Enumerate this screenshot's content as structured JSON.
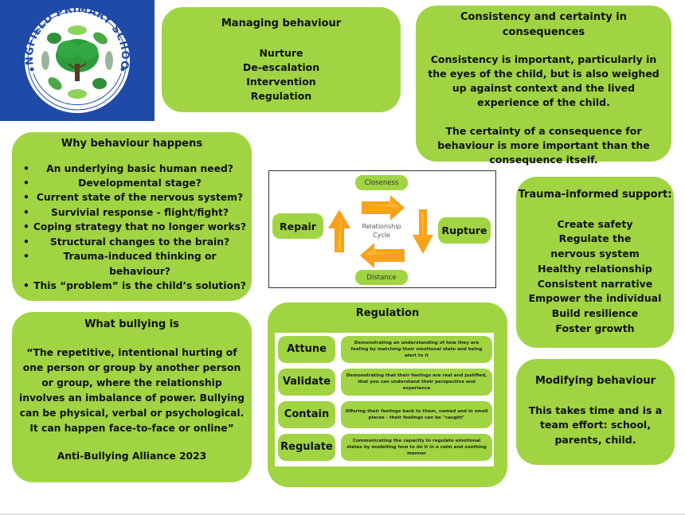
{
  "logo": {
    "school_name": "LINGFIELD PRIMARY SCHOOL",
    "background_color": "#1f4aa8"
  },
  "colors": {
    "card_green": "#a0d443",
    "arrow_orange": "#f7a21b"
  },
  "managing_behaviour": {
    "title": "Managing behaviour",
    "items": [
      "Nurture",
      "De-escalation",
      "Intervention",
      "Regulation"
    ]
  },
  "consistency": {
    "title": "Consistency and certainty in consequences",
    "paragraph1": "Consistency is important, particularly in the eyes of the child, but is also weighed up against context and the lived experience of the child.",
    "paragraph2": "The certainty of a consequence for behaviour is more important than the consequence itself."
  },
  "why_behaviour": {
    "title": "Why behaviour happens",
    "bullet": "•",
    "items": [
      "An underlying basic human need?",
      "Developmental stage?",
      "Current state of the nervous system?",
      "Survivial response - flight/fight?",
      "Coping strategy that no longer works?",
      "Structural changes to the brain?",
      "Trauma-induced thinking or behaviour?",
      "This “problem” is the child’s solution?"
    ]
  },
  "relationship_cycle": {
    "center_line1": "Relationship",
    "center_line2": "Cycle",
    "top": "Closeness",
    "right": "Rupture",
    "bottom": "Distance",
    "left": "Repair"
  },
  "trauma_support": {
    "title": "Trauma-informed support:",
    "items": [
      "Create safety",
      "Regulate the nervous system",
      "Healthy relationship",
      "Consistent narrative",
      "Empower the individual",
      "Build resilience",
      "Foster growth"
    ]
  },
  "bullying": {
    "title": "What bullying is",
    "quote": "“The repetitive, intentional hurting of one person or group by another person or group, where the relationship involves an imbalance of power. Bullying can be physical, verbal or psychological. It can happen face-to-face or online”",
    "source": "Anti-Bullying Alliance 2023"
  },
  "regulation": {
    "title": "Regulation",
    "rows": [
      {
        "label": "Attune",
        "description": "Demonstrating an understanding of how they are feeling by matching their emotional state and being alert to it"
      },
      {
        "label": "Validate",
        "description": "Demonstrating that their feelings are real and justified, that you can understand their perspective and experience"
      },
      {
        "label": "Contain",
        "description": "Offering their feelings back to them, named and in small pieces - their feelings can be \"caught\""
      },
      {
        "label": "Regulate",
        "description": "Communicating the capacity to regulate emotional states by modelling how to do it in a calm and soothing manner"
      }
    ]
  },
  "modifying": {
    "title": "Modifying behaviour",
    "text": "This takes time and is a team effort: school, parents, child."
  }
}
